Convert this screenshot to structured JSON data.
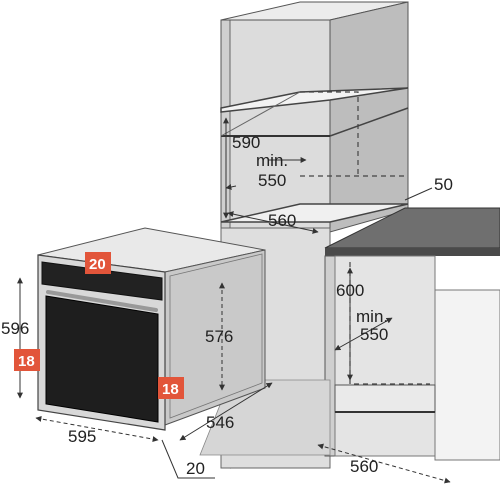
{
  "colors": {
    "badge": "#e2553a",
    "panel_light": "#e6e6e6",
    "panel_mid": "#c9c9c9",
    "panel_dark": "#a9a9a9",
    "countertop": "#6f6f6f",
    "oven_glass": "#1e1e1e"
  },
  "upper_cabinet": {
    "height_label": "590",
    "min_label": "min.",
    "min_value": "550",
    "width_label": "560",
    "gap_label": "50"
  },
  "lower_cabinet": {
    "height_label": "600",
    "min_label": "min.",
    "min_value": "550",
    "width_label": "560"
  },
  "oven": {
    "height_label": "596",
    "width_label": "595",
    "depth_label": "546",
    "body_height_label": "576",
    "front_offset_label": "20",
    "top_badge": "20",
    "left_badge": "18",
    "right_badge": "18"
  }
}
